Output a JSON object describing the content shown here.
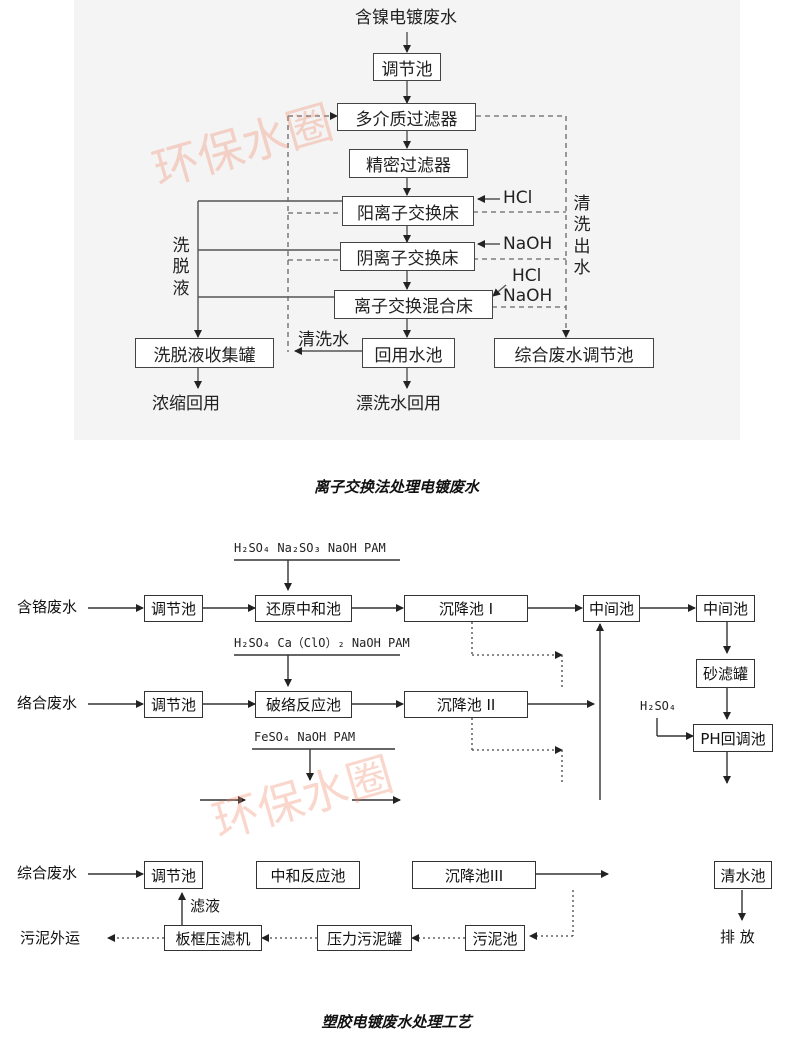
{
  "diagram1": {
    "source": "含镍电镀废水",
    "boxes": {
      "tiaojie": "调节池",
      "duojie": "多介质过滤器",
      "jingmi": "精密过滤器",
      "yang": "阳离子交换床",
      "yin": "阴离子交换床",
      "hunhe": "离子交换混合床",
      "xitoushou": "洗脱液收集罐",
      "huiyong": "回用水池",
      "zonghe": "综合废水调节池"
    },
    "labels": {
      "hcl": "HCl",
      "naoh": "NaOH",
      "hcl2": "HCl",
      "naoh2": "NaOH",
      "xituoye": "洗脱液",
      "qingxichushui": "清洗出水",
      "qingxishui": "清洗水",
      "nongsuo": "浓缩回用",
      "piaoxi": "漂洗水回用"
    },
    "caption": "离子交换法处理电镀废水",
    "watermark": "环保水圈"
  },
  "diagram2": {
    "reagents1": "H₂SO₄ Na₂SO₃ NaOH PAM",
    "reagents2": "H₂SO₄ Ca（ClO）₂ NaOH PAM",
    "reagents3": "FeSO₄ NaOH PAM",
    "h2so4": "H₂SO₄",
    "sources": {
      "ge": "含铬废水",
      "luo": "络合废水",
      "zong": "综合废水"
    },
    "boxes": {
      "tj1": "调节池",
      "huanyuan": "还原中和池",
      "chen1": "沉降池 I",
      "zhongjian1": "中间池",
      "zhongjian2": "中间池",
      "tj2": "调节池",
      "poluo": "破络反应池",
      "chen2": "沉降池 II",
      "shalv": "砂滤罐",
      "ph": "PH回调池",
      "tj3": "调节池",
      "zhonghe": "中和反应池",
      "chen3": "沉降池III",
      "qingshui": "清水池",
      "banjia": "板框压滤机",
      "yali": "压力污泥罐",
      "wuni": "污泥池"
    },
    "labels": {
      "lvye": "滤液",
      "waiyun": "污泥外运",
      "paifang": "排 放"
    },
    "caption": "塑胶电镀废水处理工艺",
    "watermark": "环保水圈"
  }
}
